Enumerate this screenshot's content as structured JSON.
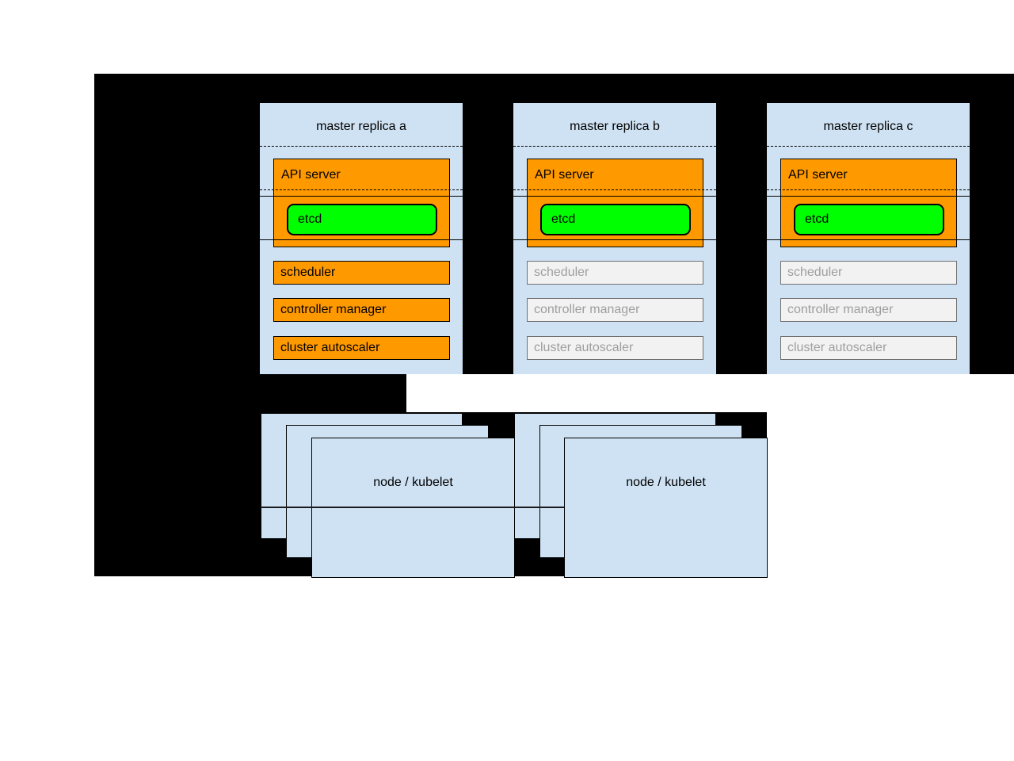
{
  "masters": [
    {
      "title": "master replica a",
      "api_server_label": "API server",
      "etcd_label": "etcd",
      "components": [
        {
          "label": "scheduler"
        },
        {
          "label": "controller manager"
        },
        {
          "label": "cluster autoscaler"
        }
      ]
    },
    {
      "title": "master replica b",
      "api_server_label": "API server",
      "etcd_label": "etcd",
      "components": [
        {
          "label": "scheduler"
        },
        {
          "label": "controller manager"
        },
        {
          "label": "cluster autoscaler"
        }
      ]
    },
    {
      "title": "master replica c",
      "api_server_label": "API server",
      "etcd_label": "etcd",
      "components": [
        {
          "label": "scheduler"
        },
        {
          "label": "controller manager"
        },
        {
          "label": "cluster autoscaler"
        }
      ]
    }
  ],
  "nodes": [
    {
      "label": "node / kubelet"
    },
    {
      "label": "node / kubelet"
    }
  ],
  "colors": {
    "backdrop": "#000000",
    "box_fill": "#cfe2f3",
    "active_fill": "#ff9900",
    "etcd_fill": "#00ff00",
    "inactive_fill": "#f2f2f2",
    "inactive_text": "#9e9e9e"
  }
}
